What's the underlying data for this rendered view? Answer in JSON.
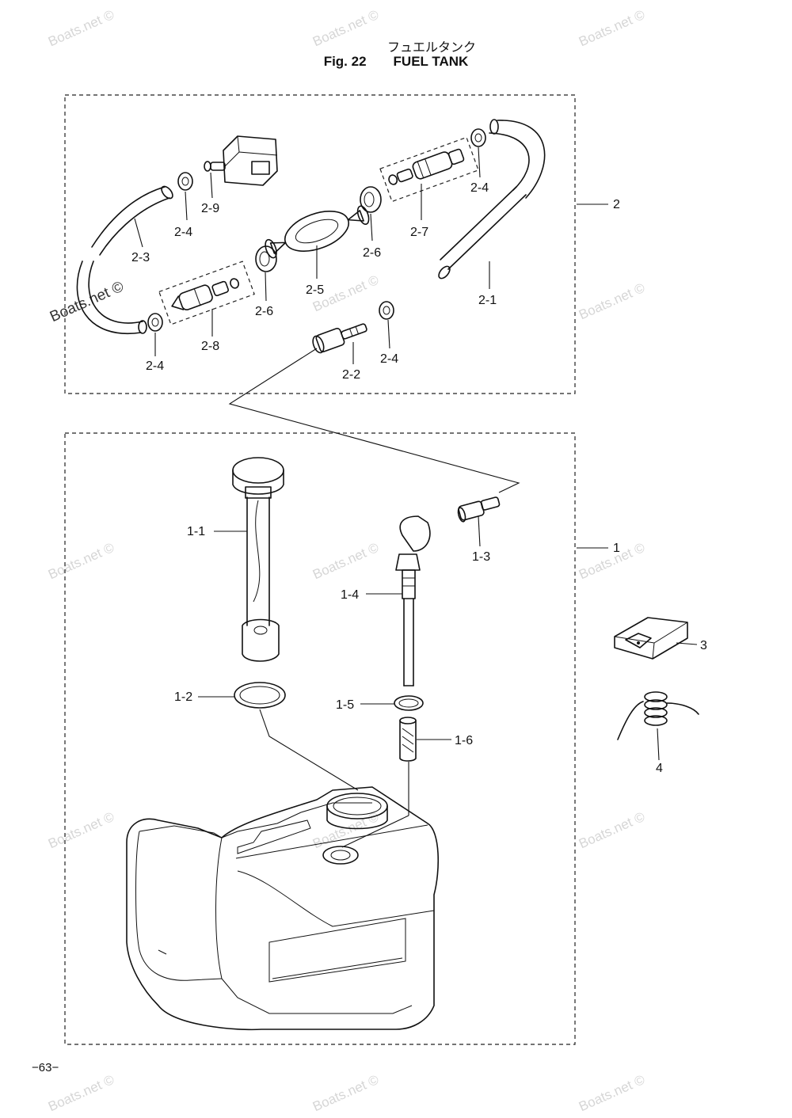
{
  "header": {
    "title_jp": "フュエルタンク",
    "fig_label": "Fig. 22",
    "fig_name": "FUEL TANK"
  },
  "page_number": "−63−",
  "watermark": "Boats.net ©",
  "labels": {
    "l_2": "2",
    "l_2_1": "2-1",
    "l_2_2": "2-2",
    "l_2_3": "2-3",
    "l_2_4a": "2-4",
    "l_2_4b": "2-4",
    "l_2_4c": "2-4",
    "l_2_4d": "2-4",
    "l_2_5": "2-5",
    "l_2_6a": "2-6",
    "l_2_6b": "2-6",
    "l_2_7": "2-7",
    "l_2_8": "2-8",
    "l_2_9": "2-9",
    "l_1": "1",
    "l_1_1": "1-1",
    "l_1_2": "1-2",
    "l_1_3": "1-3",
    "l_1_4": "1-4",
    "l_1_5": "1-5",
    "l_1_6": "1-6",
    "l_3": "3",
    "l_4": "4"
  }
}
